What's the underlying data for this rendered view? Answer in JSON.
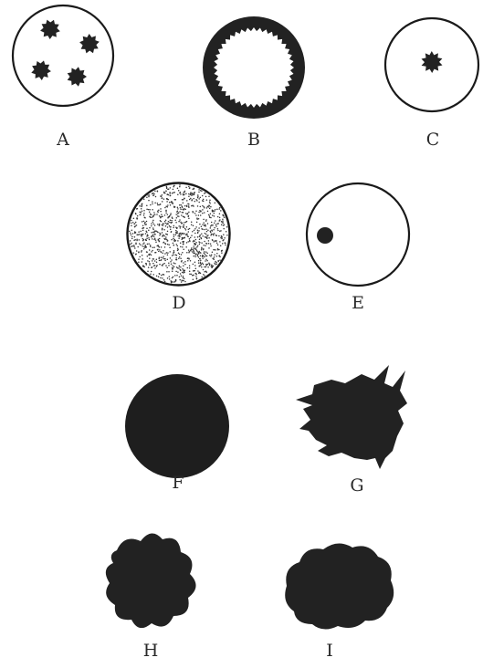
{
  "figure": {
    "panels": [
      {
        "id": "A",
        "label": "A",
        "description": "Open circle containing four small dark spiky clusters"
      },
      {
        "id": "B",
        "label": "B",
        "description": "Thick dark ring with serrated inner edge"
      },
      {
        "id": "C",
        "label": "C",
        "description": "Open circle with one small dark spiky body at center"
      },
      {
        "id": "D",
        "label": "D",
        "description": "Circle filled with fine stippling"
      },
      {
        "id": "E",
        "label": "E",
        "description": "Open circle with one small solid dot near left edge"
      },
      {
        "id": "F",
        "label": "F",
        "description": "Solid dark filled circle"
      },
      {
        "id": "G",
        "label": "G",
        "description": "Dark irregular mass with pointed spiky projections"
      },
      {
        "id": "H",
        "label": "H",
        "description": "Dark blob with scalloped wavy outline"
      },
      {
        "id": "I",
        "label": "I",
        "description": "Dark irregular rounded lumpy mass"
      }
    ]
  },
  "colors": {
    "ink": "#222222",
    "outline": "#1a1a1a",
    "background": "#ffffff"
  }
}
